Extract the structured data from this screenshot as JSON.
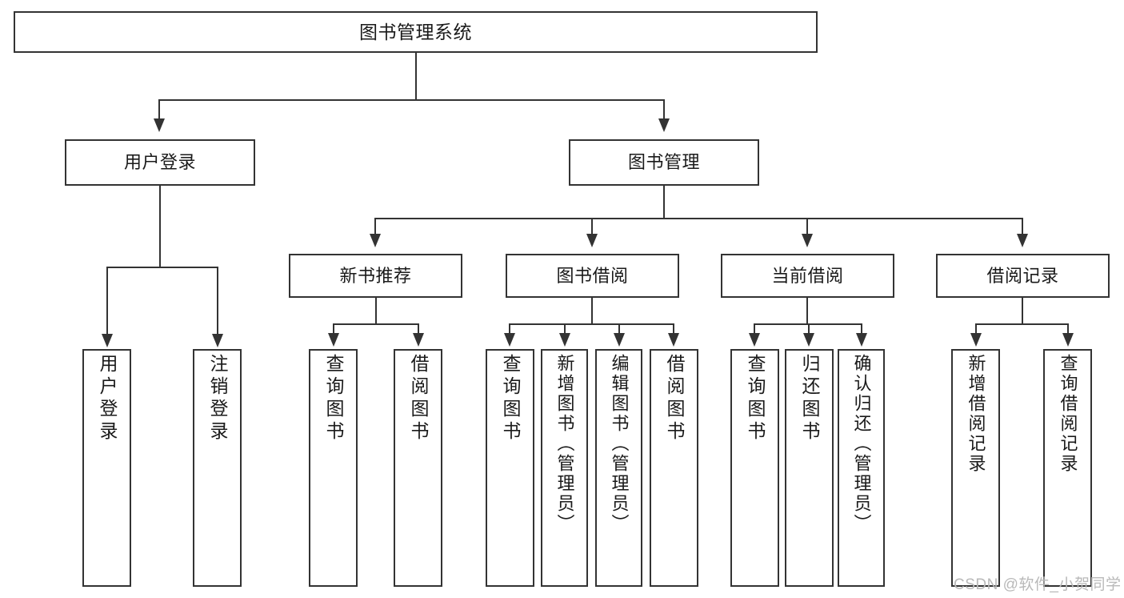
{
  "diagram": {
    "title": "图书管理系统",
    "watermark": "CSDN @软件_小贺同学",
    "line_color": "#333333",
    "box_fill": "#ffffff",
    "text_color": "#1a1a1a",
    "root": {
      "label": "图书管理系统"
    },
    "tier2": [
      {
        "label": "用户登录"
      },
      {
        "label": "图书管理"
      }
    ],
    "tier3": [
      {
        "label": "新书推荐"
      },
      {
        "label": "图书借阅"
      },
      {
        "label": "当前借阅"
      },
      {
        "label": "借阅记录"
      }
    ],
    "leaves": {
      "user_login": [
        {
          "label": "用户登录"
        },
        {
          "label": "注销登录"
        }
      ],
      "new_book": [
        {
          "label": "查询图书"
        },
        {
          "label": "借阅图书"
        }
      ],
      "borrow_book": [
        {
          "label": "查询图书"
        },
        {
          "label": "新增图书（管理员）"
        },
        {
          "label": "编辑图书（管理员）"
        },
        {
          "label": "借阅图书"
        }
      ],
      "current_borrow": [
        {
          "label": "查询图书"
        },
        {
          "label": "归还图书"
        },
        {
          "label": "确认归还（管理员）"
        }
      ],
      "borrow_record": [
        {
          "label": "新增借阅记录"
        },
        {
          "label": "查询借阅记录"
        }
      ]
    }
  }
}
